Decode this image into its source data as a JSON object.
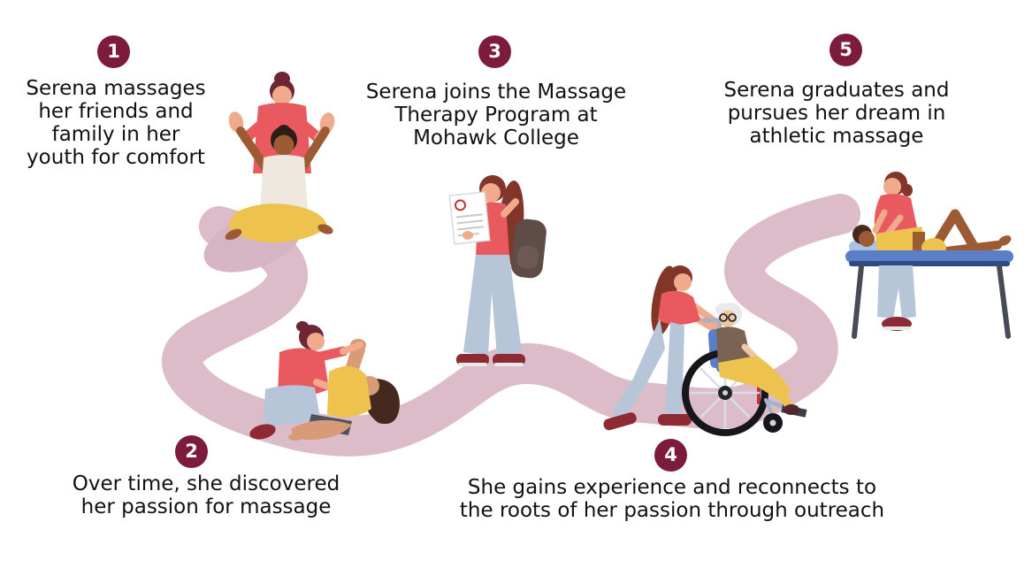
{
  "colors": {
    "background": "#ffffff",
    "badge": "#7d1b3d",
    "text": "#111111",
    "path": "#dcbcc8",
    "shadow": "#d5b5c4",
    "red": "#e85a5f",
    "yellow": "#eec24f",
    "jeans": "#b7c5d8",
    "skin": "#efab8c",
    "skindark": "#9c5b33",
    "tan": "#d89b78",
    "whitetop": "#efe8de",
    "shoe": "#8e2a34",
    "auburn": "#82362a",
    "maroonhair": "#6e2534",
    "brownhair": "#45281e",
    "blackhair": "#2e1d16",
    "olive": "#7a6353",
    "whitehair": "#e9e9ec",
    "tableblue": "#5b7fc7",
    "tablenavy": "#2e4a85",
    "tableleg": "#474b55",
    "backpack": "#5f4c49",
    "pillow": "#a9c3e4",
    "gray": "#4f545c",
    "wheel": "#17171b",
    "frame": "#a7b2c4",
    "spoke": "#d9dee6",
    "accentred": "#c4303c"
  },
  "steps": [
    {
      "number": "1",
      "text": "Serena massages\nher friends and\nfamily in her\nyouth for comfort",
      "illustration": "woman-massaging-childs-shoulders"
    },
    {
      "number": "2",
      "text": "Over time, she discovered\nher passion for massage",
      "illustration": "therapist-stretching-client-on-floor"
    },
    {
      "number": "3",
      "text": "Serena joins the Massage\nTherapy Program at\nMohawk College",
      "illustration": "student-holding-certificate-with-backpack"
    },
    {
      "number": "4",
      "text": "She gains experience and reconnects to\nthe roots of her passion through outreach",
      "illustration": "caregiver-pushing-senior-in-wheelchair"
    },
    {
      "number": "5",
      "text": "Serena graduates and\npursues her dream in\nathletic massage",
      "illustration": "therapist-giving-athletic-massage-on-table"
    }
  ]
}
